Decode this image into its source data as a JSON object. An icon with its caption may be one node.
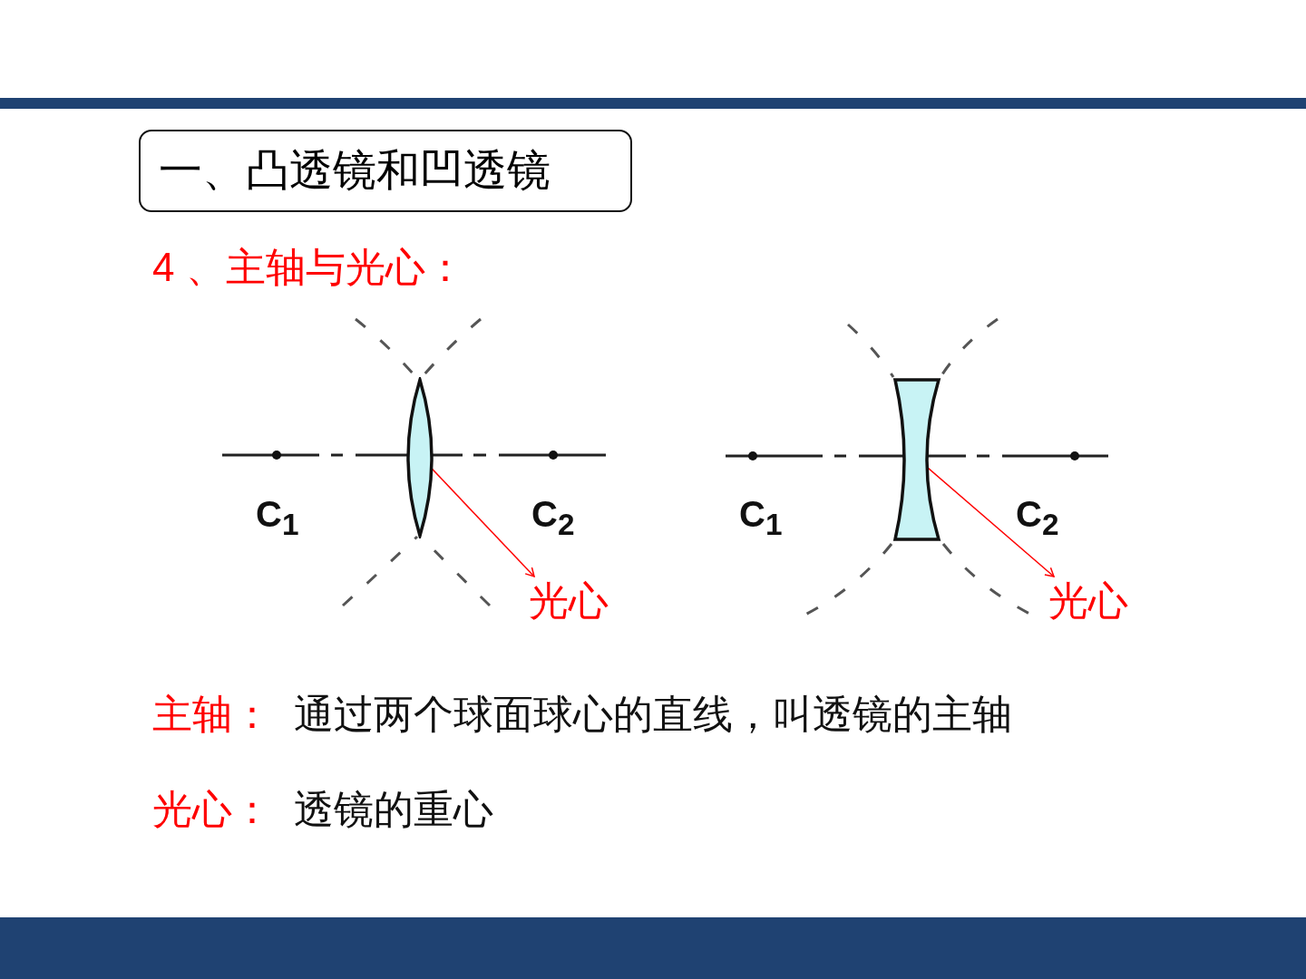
{
  "diagram": {
    "nodes": [
      {
        "text": [
          "一、凸透镜和凹透镜"
        ]
      },
      {
        "text": [],
        "shape": "lens"
      },
      {
        "text": [
          "光心"
        ]
      },
      {
        "text": [],
        "shape": "lens"
      },
      {
        "text": [
          "光心"
        ]
      }
    ],
    "edges": [
      {
        "from": 1,
        "to": 2,
        "arrow": "to"
      },
      {
        "from": 3,
        "to": 4,
        "arrow": "to"
      }
    ],
    "labels": [
      "4 、主轴与光心：",
      "C$_{1}$",
      "C$_{2}$",
      "C$_{1}$",
      "C$_{2}$",
      "主轴：",
      "通过两个球面球心的直线，叫透镜的主轴",
      "光心：",
      "透镜的重心"
    ]
  }
}
